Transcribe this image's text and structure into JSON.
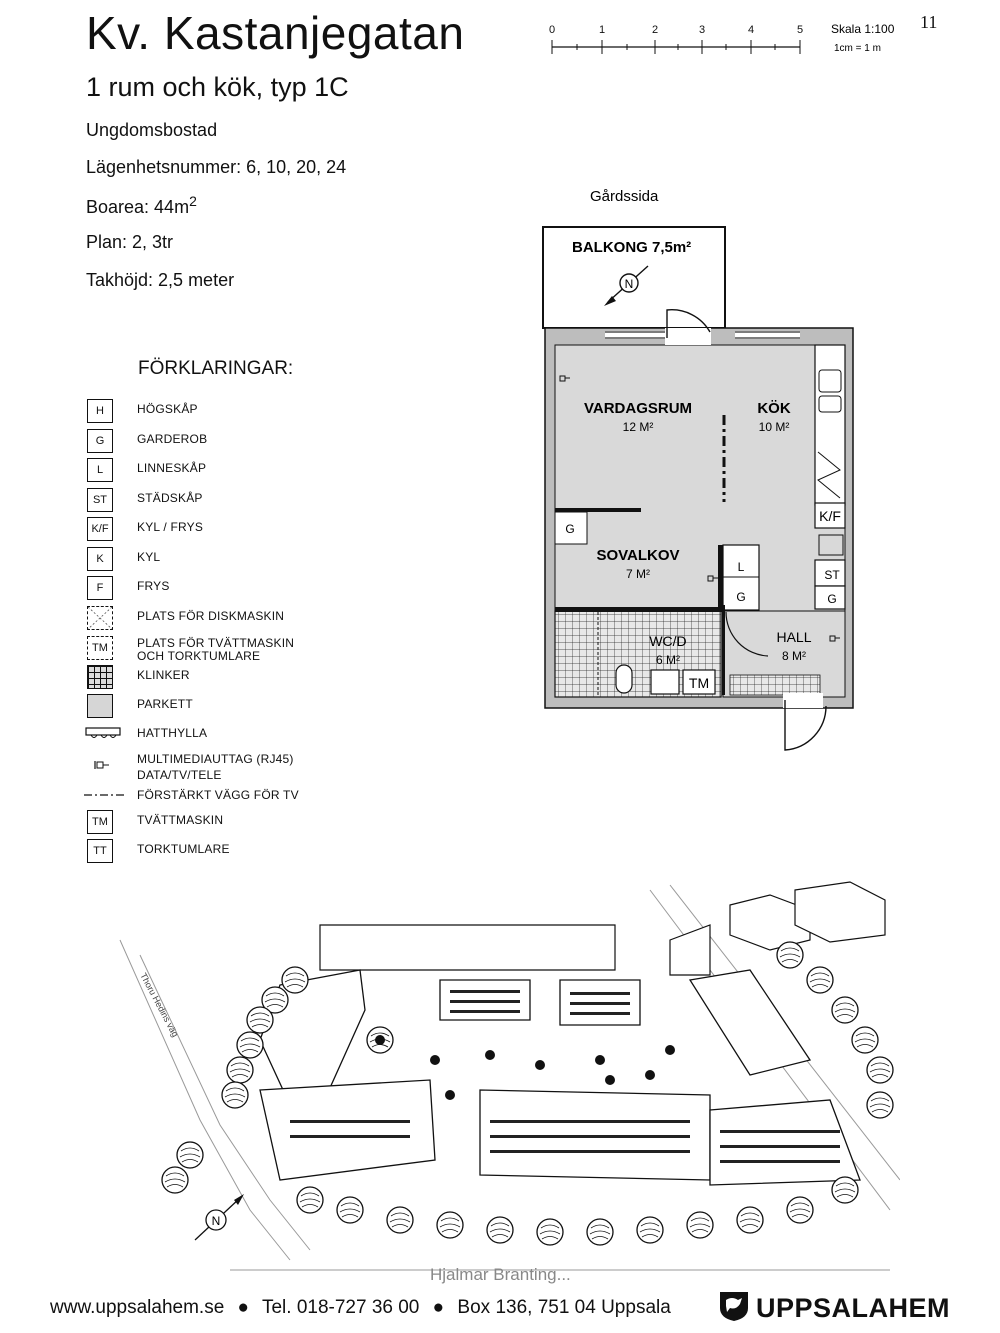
{
  "header": {
    "title": "Kv. Kastanjegatan",
    "subtitle": "1 rum och kök, typ 1C",
    "page_number": "11"
  },
  "info": {
    "type": "Ungdomsbostad",
    "apartment_numbers": "Lägenhetsnummer: 6, 10, 20, 24",
    "area_prefix": "Boarea: 44m",
    "area_sup": "2",
    "plan": "Plan: 2, 3tr",
    "ceiling": "Takhöjd: 2,5 meter"
  },
  "scale": {
    "ticks": [
      "0",
      "1",
      "2",
      "3",
      "4",
      "5"
    ],
    "label": "Skala 1:100",
    "sublabel": "1cm = 1 m"
  },
  "legend": {
    "title": "FÖRKLARINGAR:",
    "items": [
      {
        "symbol": "H",
        "label": "HÖGSKÅP"
      },
      {
        "symbol": "G",
        "label": "GARDEROB"
      },
      {
        "symbol": "L",
        "label": "LINNESKÅP"
      },
      {
        "symbol": "ST",
        "label": "STÄDSKÅP"
      },
      {
        "symbol": "K/F",
        "label": "KYL / FRYS"
      },
      {
        "symbol": "K",
        "label": "KYL"
      },
      {
        "symbol": "F",
        "label": "FRYS"
      },
      {
        "symbol": "",
        "label": "PLATS FÖR DISKMASKIN"
      },
      {
        "symbol": "TM",
        "label": "PLATS FÖR TVÄTTMASKIN OCH TORKTUMLARE"
      },
      {
        "symbol": "",
        "label": "KLINKER"
      },
      {
        "symbol": "",
        "label": "PARKETT"
      },
      {
        "symbol": "",
        "label": "HATTHYLLA"
      },
      {
        "symbol": "",
        "label": "MULTIMEDIAUTTAG (RJ45) DATA/TV/TELE"
      },
      {
        "symbol": "",
        "label": "FÖRSTÄRKT VÄGG FÖR TV"
      },
      {
        "symbol": "TM",
        "label": "TVÄTTMASKIN"
      },
      {
        "symbol": "TT",
        "label": "TORKTUMLARE"
      }
    ]
  },
  "floorplan": {
    "courtyard_label": "Gårdssida",
    "rooms": {
      "balcony": "BALKONG 7,5m²",
      "living": "VARDAGSRUM",
      "living_area": "12 M²",
      "kitchen": "KÖK",
      "kitchen_area": "10 M²",
      "sleeping": "SOVALKOV",
      "sleeping_area": "7 M²",
      "wc": "WC/D",
      "wc_area": "6 M²",
      "hall": "HALL",
      "hall_area": "8 M²"
    },
    "fixtures": {
      "kf": "K/F",
      "st": "ST",
      "g": "G",
      "l": "L",
      "tm": "TM",
      "north": "N"
    }
  },
  "siteplan": {
    "street_left": "Thoru Hedins väg",
    "street_bottom": "Hjalmar Branting...",
    "north": "N"
  },
  "footer": {
    "website": "www.uppsalahem.se",
    "phone": "Tel. 018-727 36 00",
    "address": "Box 136, 751 04 Uppsala",
    "logo_text": "UPPSALAHEM"
  }
}
